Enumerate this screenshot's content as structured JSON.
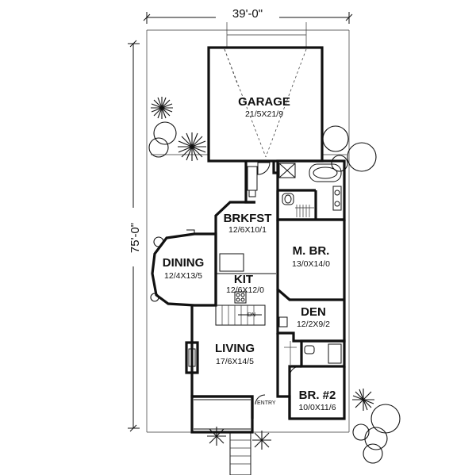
{
  "plan": {
    "width_label": "39'-0\"",
    "depth_label": "75'-0\"",
    "entry_label": "ENTRY",
    "stair_label": "DN",
    "rooms": {
      "garage": {
        "name": "GARAGE",
        "size": "21/5X21/9"
      },
      "brkfst": {
        "name": "BRKFST",
        "size": "12/6X10/1"
      },
      "mbr": {
        "name": "M. BR.",
        "size": "13/0X14/0"
      },
      "dining": {
        "name": "DINING",
        "size": "12/4X13/5"
      },
      "kit": {
        "name": "KIT",
        "size": "12/6X12/0"
      },
      "den": {
        "name": "DEN",
        "size": "12/2X9/2"
      },
      "living": {
        "name": "LIVING",
        "size": "17/6X14/5"
      },
      "br2": {
        "name": "BR. #2",
        "size": "10/0X11/6"
      }
    }
  }
}
